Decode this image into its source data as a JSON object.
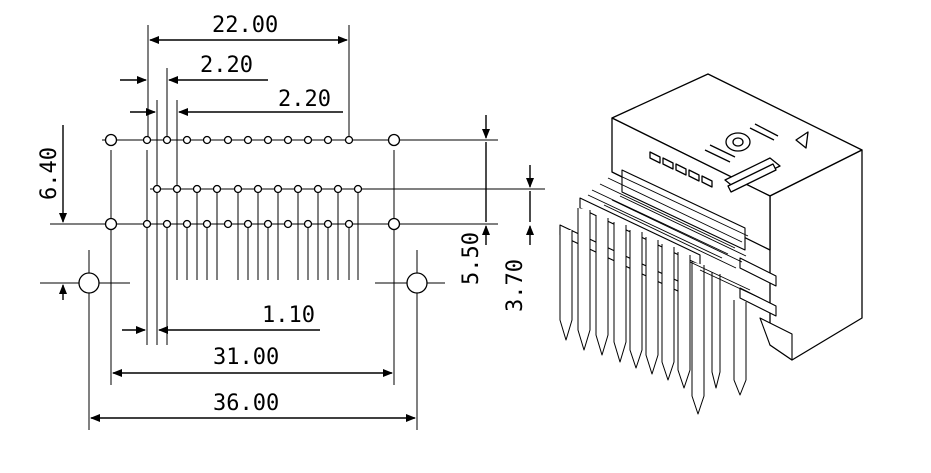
{
  "dimensions": {
    "total_width_pitch": "22.00",
    "pitch_a": "2.20",
    "pitch_b": "2.20",
    "row_pitch_left": "6.40",
    "row_pitch_right": "5.50",
    "row_offset_right": "3.70",
    "pin_offset": "1.10",
    "mount_hole_spacing": "31.00",
    "overall_width": "36.00"
  }
}
